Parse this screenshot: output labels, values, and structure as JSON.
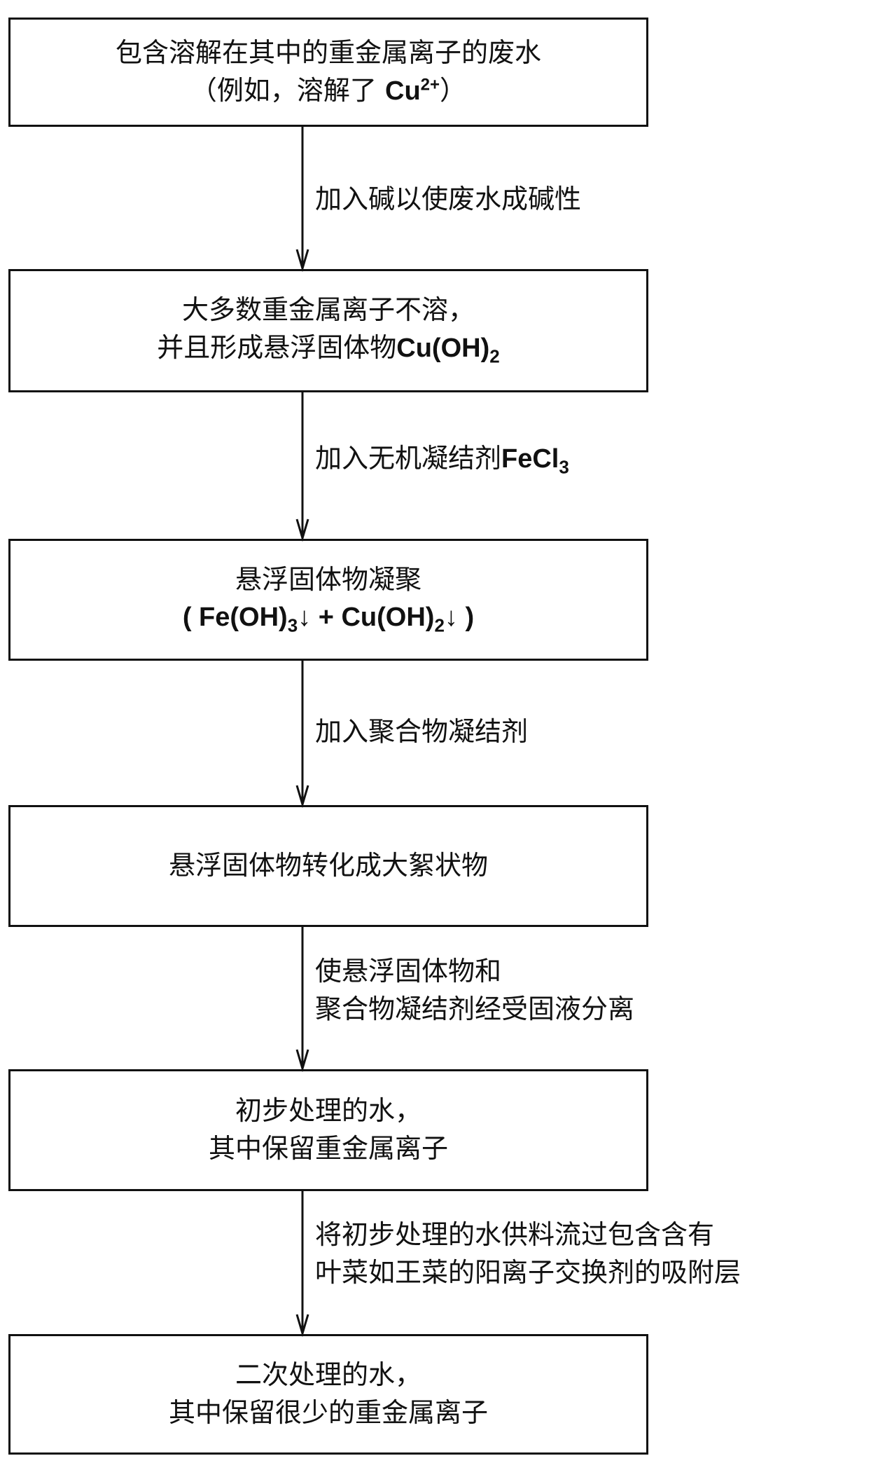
{
  "boxes": [
    {
      "line1": "包含溶解在其中的重金属离子的废水",
      "line2_prefix": "（例如，溶解了 ",
      "line2_formula": "Cu",
      "line2_sup": "2+",
      "line2_suffix": "）"
    },
    {
      "line1": "大多数重金属离子不溶，",
      "line2_prefix": "并且形成悬浮固体物",
      "line2_formula": "Cu(OH)",
      "line2_sub": "2"
    },
    {
      "line1": "悬浮固体物凝聚",
      "line2_a": "( Fe(OH)",
      "line2_a_sub": "3",
      "line2_b": "↓ + Cu(OH)",
      "line2_b_sub": "2",
      "line2_c": "↓ )"
    },
    {
      "line1": "悬浮固体物转化成大絮状物"
    },
    {
      "line1": "初步处理的水，",
      "line2": "其中保留重金属离子"
    },
    {
      "line1": "二次处理的水，",
      "line2": "其中保留很少的重金属离子"
    }
  ],
  "steps": [
    {
      "line1": "加入碱以使废水成碱性"
    },
    {
      "line1_prefix": "加入无机凝结剂",
      "line1_formula": "FeCl",
      "line1_sub": "3"
    },
    {
      "line1": "加入聚合物凝结剂"
    },
    {
      "line1": "使悬浮固体物和",
      "line2": "聚合物凝结剂经受固液分离"
    },
    {
      "line1": "将初步处理的水供料流过包含含有",
      "line2": "叶菜如王菜的阳离子交换剂的吸附层"
    }
  ],
  "colors": {
    "stroke": "#111111",
    "background": "#ffffff"
  }
}
